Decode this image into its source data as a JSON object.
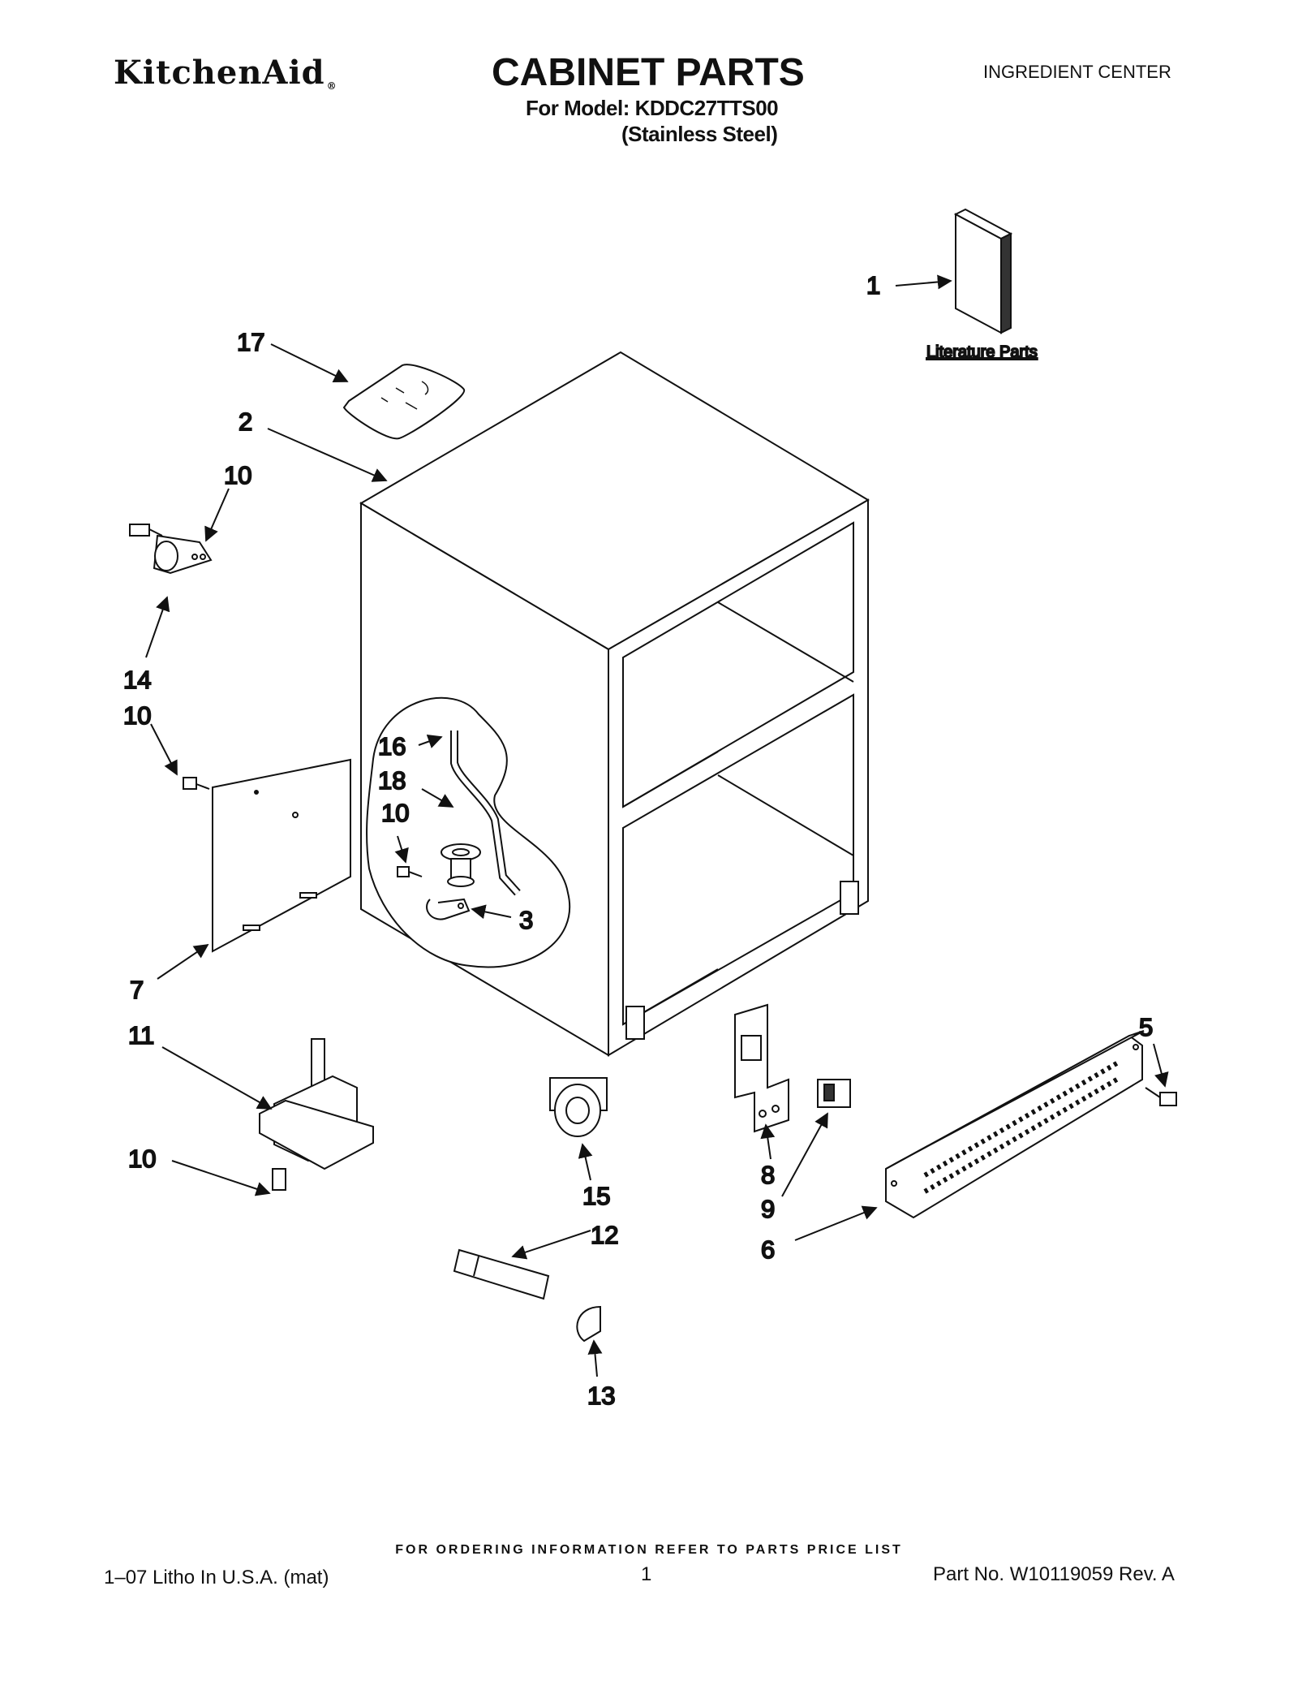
{
  "header": {
    "brand": "KitchenAid",
    "brand_mark": "®",
    "title": "CABINET PARTS",
    "model_line": "For Model: KDDC27TTS00",
    "variant_line": "(Stainless Steel)",
    "section": "INGREDIENT CENTER"
  },
  "diagram": {
    "literature_label": "Literature Parts",
    "callouts": {
      "c1": "1",
      "c2": "2",
      "c3": "3",
      "c5": "5",
      "c6": "6",
      "c7": "7",
      "c8": "8",
      "c9": "9",
      "c10a": "10",
      "c10b": "10",
      "c10c": "10",
      "c10d": "10",
      "c11": "11",
      "c12": "12",
      "c13": "13",
      "c14": "14",
      "c15": "15",
      "c16": "16",
      "c17": "17",
      "c18": "18"
    }
  },
  "footer": {
    "order_note": "FOR ORDERING INFORMATION REFER TO PARTS PRICE LIST",
    "litho": "1–07 Litho In U.S.A. (mat)",
    "page": "1",
    "part_no": "Part No. W10119059 Rev. A"
  }
}
